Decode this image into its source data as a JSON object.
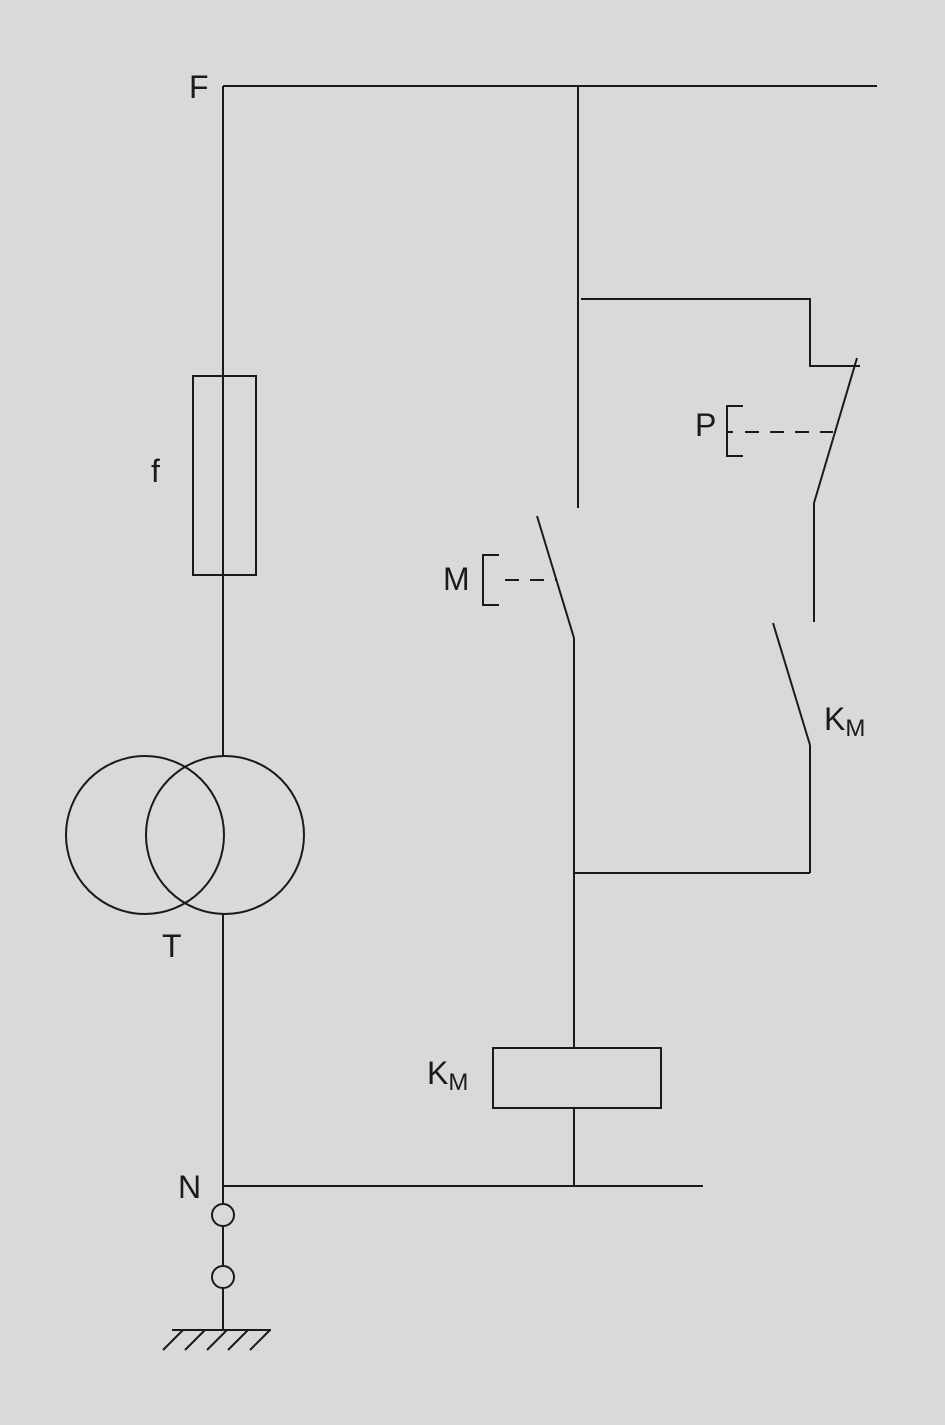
{
  "labels": {
    "phase": "F",
    "fuse": "f",
    "transformer": "T",
    "neutral": "N",
    "main_switch": "M",
    "pressure_switch": "P",
    "contact": {
      "letter": "K",
      "subscript": "M"
    },
    "coil": {
      "letter": "K",
      "subscript": "M"
    }
  },
  "colors": {
    "background": "#d9d9d9",
    "line": "#1a1a1a"
  }
}
